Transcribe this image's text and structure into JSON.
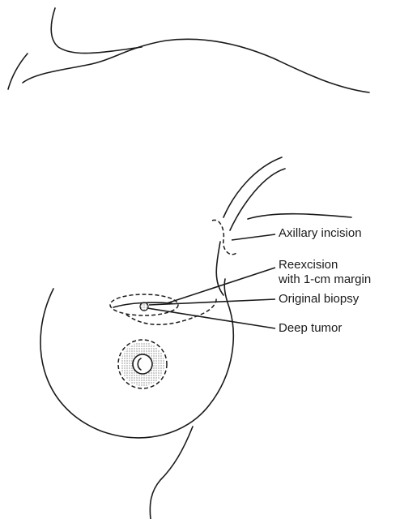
{
  "labels": {
    "axillary_incision": "Axillary incision",
    "reexcision_line1": "Reexcision",
    "reexcision_line2": "with 1-cm margin",
    "original_biopsy": "Original biopsy",
    "deep_tumor": "Deep tumor"
  }
}
